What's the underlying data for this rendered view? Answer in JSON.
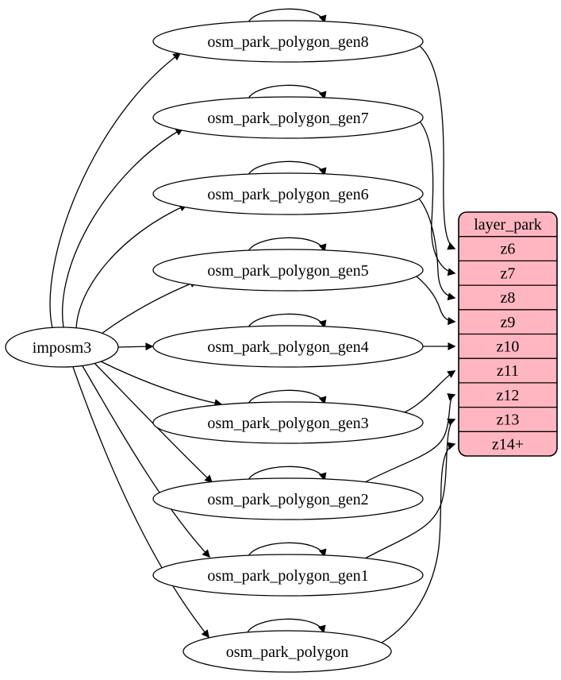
{
  "diagram": {
    "source": {
      "label": "imposm3"
    },
    "tables": [
      {
        "label": "osm_park_polygon_gen8",
        "zoom_target": "z6"
      },
      {
        "label": "osm_park_polygon_gen7",
        "zoom_target": "z7"
      },
      {
        "label": "osm_park_polygon_gen6",
        "zoom_target": "z8"
      },
      {
        "label": "osm_park_polygon_gen5",
        "zoom_target": "z9"
      },
      {
        "label": "osm_park_polygon_gen4",
        "zoom_target": "z10"
      },
      {
        "label": "osm_park_polygon_gen3",
        "zoom_target": "z11"
      },
      {
        "label": "osm_park_polygon_gen2",
        "zoom_target": "z12"
      },
      {
        "label": "osm_park_polygon_gen1",
        "zoom_target": "z13"
      },
      {
        "label": "osm_park_polygon",
        "zoom_target": "z14+"
      }
    ],
    "layer_table": {
      "title": "layer_park",
      "rows": [
        "z6",
        "z7",
        "z8",
        "z9",
        "z10",
        "z11",
        "z12",
        "z13",
        "z14+"
      ]
    },
    "edges": {
      "source_to_every_table": true,
      "self_loop_on_every_table": true,
      "table_to_zoom_row": true
    },
    "colors": {
      "layer_fill": "#ffb6c1",
      "node_fill": "#ffffff",
      "stroke": "#000000",
      "background": "#ffffff"
    }
  }
}
